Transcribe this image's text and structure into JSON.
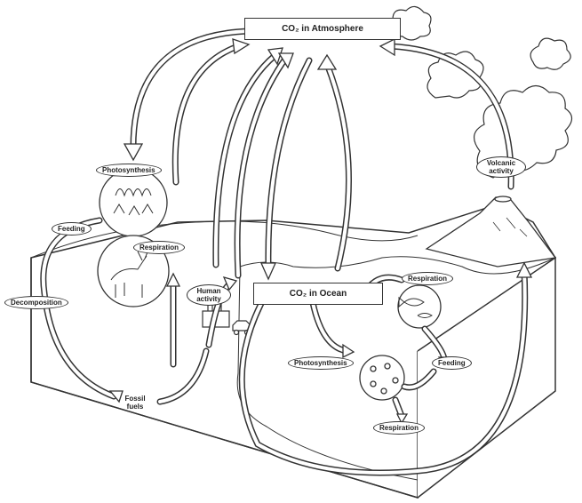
{
  "diagram": {
    "nodes": {
      "co2_atmosphere": "CO₂ in Atmosphere",
      "co2_ocean": "CO₂ in Ocean",
      "photosynthesis_land": "Photosynthesis",
      "feeding_land": "Feeding",
      "respiration_land": "Respiration",
      "decomposition": "Decomposition",
      "human_activity": "Human activity",
      "fossil_fuels": "Fossil fuels",
      "volcanic_activity": "Volcanic activity",
      "respiration_ocean": "Respiration",
      "photosynthesis_ocean": "Photosynthesis",
      "feeding_ocean": "Feeding",
      "respiration_ocean_bottom": "Respiration"
    },
    "colors": {
      "line": "#333333",
      "arrow_fill": "#ffffff",
      "background": "#ffffff"
    },
    "icons": [
      "plants-icon",
      "deer-icon",
      "volcano-icon",
      "smoke-cloud-icon",
      "fish-icon",
      "plankton-icon",
      "factory-icon",
      "car-icon"
    ]
  }
}
